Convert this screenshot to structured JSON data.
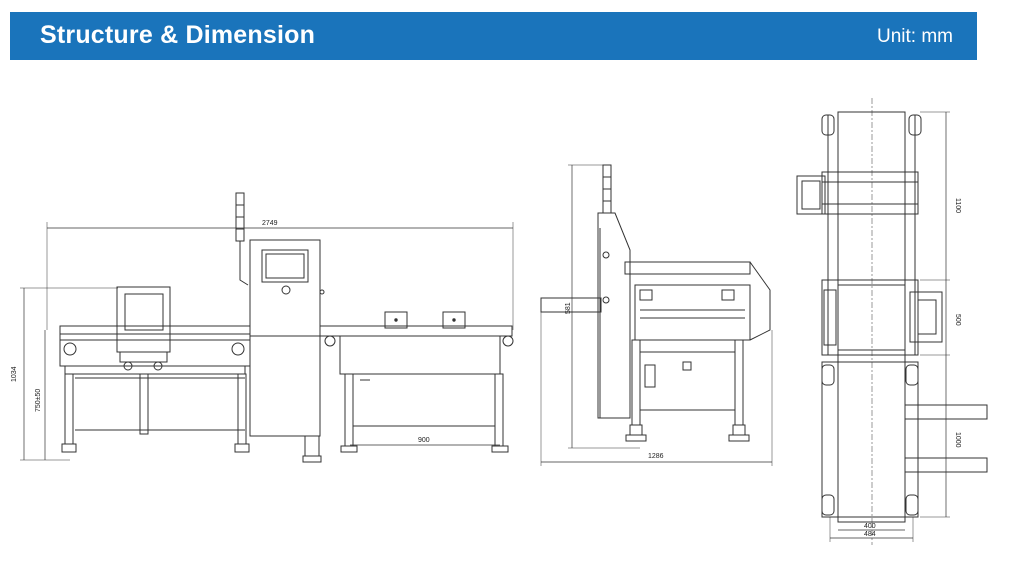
{
  "header": {
    "title": "Structure & Dimension",
    "unit": "Unit: mm",
    "background_color": "#1a74bb"
  },
  "front_view": {
    "overall_length": "2749",
    "overall_height": "1034",
    "belt_height": "750±50",
    "conveyor_length": "900"
  },
  "side_view": {
    "overall_depth": "1286",
    "arm_height": "581"
  },
  "top_view": {
    "section_1": "1100",
    "section_2": "500",
    "section_3": "1000",
    "belt_width": "400",
    "frame_width": "484"
  }
}
